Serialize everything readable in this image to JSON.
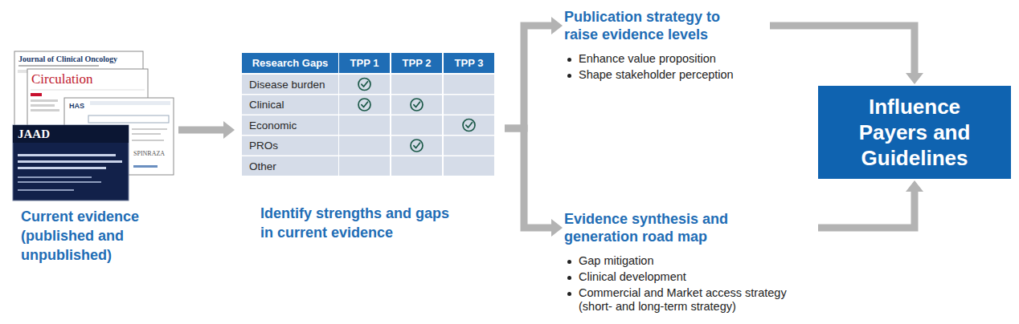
{
  "diagram": {
    "nodes": [
      {
        "text": [
          "Current evidence (published and unpublished)"
        ]
      },
      {
        "text": [
          "Identify strengths and gaps in current evidence"
        ]
      },
      {
        "text": [
          "Publication strategy to raise evidence levels",
          "Enhance value proposition",
          "Shape stakeholder perception"
        ]
      },
      {
        "text": [
          "Evidence synthesis and generation road map",
          "Gap mitigation",
          "Clinical development",
          "Commercial and Market access strategy (short- and long-term strategy)"
        ]
      },
      {
        "text": [
          "Influence Payers and Guidelines"
        ]
      }
    ],
    "edges": [
      {
        "from": 0,
        "to": 1,
        "arrow": "to"
      },
      {
        "from": 1,
        "to": 2,
        "arrow": "to"
      },
      {
        "from": 1,
        "to": 3,
        "arrow": "to"
      },
      {
        "from": 2,
        "to": 4,
        "arrow": "to"
      },
      {
        "from": 3,
        "to": 4,
        "arrow": "to"
      }
    ],
    "labels": [
      "Journal of Clinical Oncology",
      "Circulation",
      "HAS",
      "SPINRAZA",
      "JAAD",
      "Research Gaps",
      "TPP 1",
      "TPP 2",
      "TPP 3",
      "Disease burden",
      "Clinical",
      "Economic",
      "PROs",
      "Other"
    ]
  }
}
